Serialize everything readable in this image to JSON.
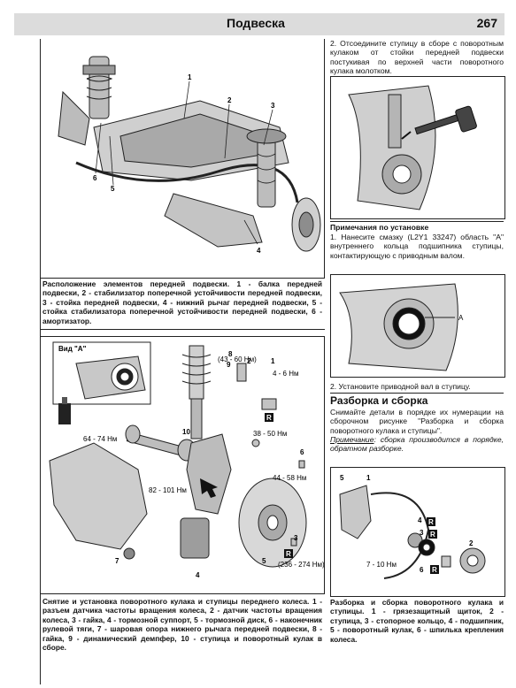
{
  "header": {
    "title": "Подвеска",
    "page_number": "267"
  },
  "figure1": {
    "caption": "Расположение элементов передней подвески. 1 - балка передней подвески, 2 - стабилизатор поперечной устойчивости передней подвески, 3 - стойка передней подвески, 4 - нижний рычаг передней подвески, 5 - стойка стабилизатора поперечной устойчивости передней подвески, 6 - амортизатор.",
    "callouts": [
      "1",
      "2",
      "3",
      "4",
      "5",
      "6"
    ]
  },
  "figure2": {
    "view_label": "Вид \"А\"",
    "callouts": [
      "1",
      "2",
      "3",
      "4",
      "5",
      "6",
      "7",
      "8",
      "9",
      "10"
    ],
    "torques": [
      "(43 - 60 Нм)",
      "4 - 6 Нм",
      "38 - 50 Нм",
      "64 - 74 Нм",
      "44 - 58 Нм",
      "82 - 101 Нм",
      "(236 - 274 Нм)"
    ],
    "r_badge": "R",
    "caption": "Снятие и установка поворотного кулака и ступицы переднего колеса. 1 - разъем датчика частоты вращения колеса, 2 - датчик частоты вращения колеса, 3 - гайка, 4 - тормозной суппорт, 5 - тормозной диск, 6 - наконечник рулевой тяги, 7 - шаровая опора нижнего рычага передней подвески, 8 - гайка, 9 - динамический демпфер, 10 - ступица и поворотный кулак в сборе."
  },
  "right": {
    "step2": "2. Отсоедините ступицу в сборе с поворотным кулаком от стойки передней подвески постукивая по верхней части поворотного кулака молотком.",
    "notes_title": "Примечания по установке",
    "note1": "1. Нанесите смазку (L2Y1 33247) область \"А\" внутреннего кольца подшипника ступицы, контактирующую с приводным валом.",
    "label_a": "A",
    "step2b": "2. Установите приводной вал в ступицу.",
    "section_title": "Разборка и сборка",
    "section_intro": "Снимайте детали в порядке их нумерации на сборочном рисунке \"Разборка и сборка поворотного кулака и ступицы\".",
    "note_label": "Примечание",
    "note_text": ": сборка производится в порядке, обратном разборке.",
    "fig_callouts": [
      "1",
      "2",
      "3",
      "4",
      "5",
      "6"
    ],
    "fig_torque": "7 - 10 Нм",
    "r_badge": "R",
    "caption": "Разборка и сборка поворотного кулака и ступицы. 1 - грязезащитный щиток, 2 - ступица, 3 - стопорное кольцо, 4 - подшипник, 5 - поворотный кулак, 6 - шпилька крепления колеса."
  }
}
